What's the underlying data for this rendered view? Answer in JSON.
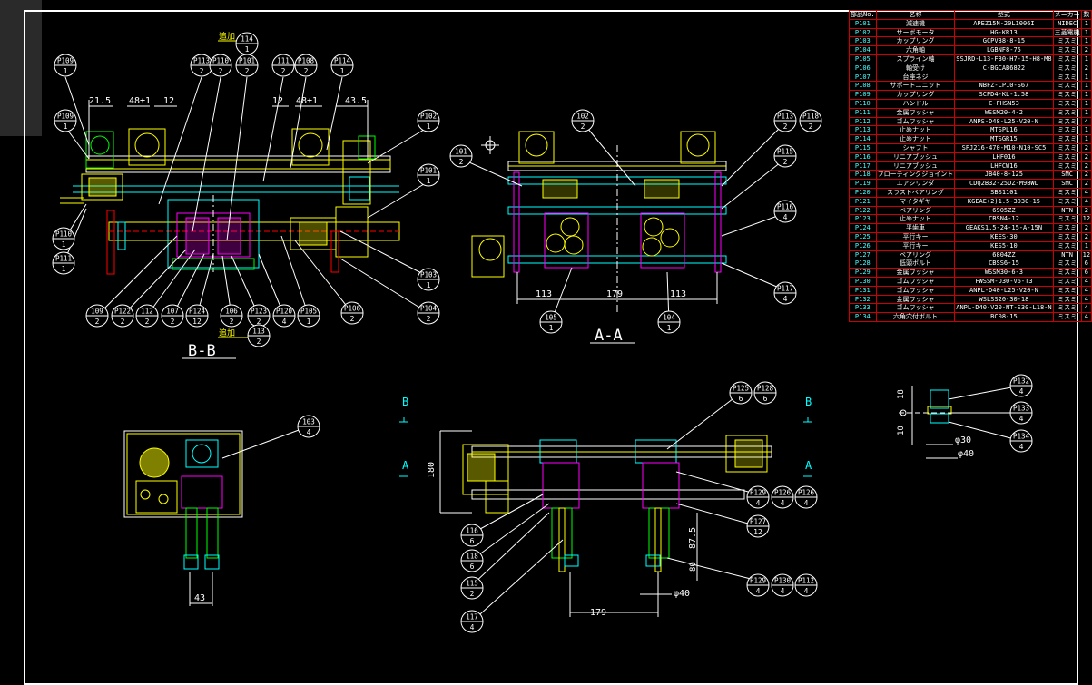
{
  "colors": {
    "background": "#000000",
    "outline": "#ffffff",
    "part_yellow": "#ffff00",
    "part_cyan": "#00ffff",
    "part_magenta": "#ff00ff",
    "part_green": "#00ff00",
    "part_red": "#ff0000",
    "table_line": "#cc0000"
  },
  "views": {
    "bb_title": "B-B",
    "aa_title": "A-A",
    "add_label": "追加"
  },
  "dims": {
    "d_21_5": "21.5",
    "d_48t1": "48±1",
    "d_12a": "12",
    "d_12b": "12",
    "d_48t1b": "48±1",
    "d_43_5": "43.5",
    "d_113a": "113",
    "d_179a": "179",
    "d_113b": "113",
    "d_180": "180",
    "d_87_5": "87.5",
    "d_80": "80",
    "d_40": "φ40",
    "d_179b": "179",
    "d_43": "43",
    "d_18": "18",
    "d_10": "10",
    "d_30": "φ30",
    "d_40b": "φ40"
  },
  "section_marks": {
    "b": "B",
    "a": "A"
  },
  "balloons": [
    {
      "label": "P109",
      "qty": "1"
    },
    {
      "label": "P113",
      "qty": "2"
    },
    {
      "label": "P110",
      "qty": "2"
    },
    {
      "label": "P101",
      "qty": "2"
    },
    {
      "label": "111",
      "qty": "2"
    },
    {
      "label": "P108",
      "qty": "2"
    },
    {
      "label": "P114",
      "qty": "1"
    },
    {
      "label": "114",
      "qty": "1"
    },
    {
      "label": "P109",
      "qty": "1"
    },
    {
      "label": "P102",
      "qty": "1"
    },
    {
      "label": "P101",
      "qty": "1"
    },
    {
      "label": "P110",
      "qty": "1"
    },
    {
      "label": "P111",
      "qty": "1"
    },
    {
      "label": "P103",
      "qty": "1"
    },
    {
      "label": "P104",
      "qty": "2"
    },
    {
      "label": "109",
      "qty": "2"
    },
    {
      "label": "P122",
      "qty": "2"
    },
    {
      "label": "112",
      "qty": "2"
    },
    {
      "label": "107",
      "qty": "2"
    },
    {
      "label": "P124",
      "qty": "12"
    },
    {
      "label": "106",
      "qty": "2"
    },
    {
      "label": "P123",
      "qty": "2"
    },
    {
      "label": "P120",
      "qty": "4"
    },
    {
      "label": "P105",
      "qty": "1"
    },
    {
      "label": "P106",
      "qty": "2"
    },
    {
      "label": "113",
      "qty": "2"
    },
    {
      "label": "101",
      "qty": "2"
    },
    {
      "label": "102",
      "qty": "2"
    },
    {
      "label": "P113",
      "qty": "2"
    },
    {
      "label": "P118",
      "qty": "2"
    },
    {
      "label": "P115",
      "qty": "2"
    },
    {
      "label": "P116",
      "qty": "4"
    },
    {
      "label": "P117",
      "qty": "4"
    },
    {
      "label": "105",
      "qty": "1"
    },
    {
      "label": "104",
      "qty": "1"
    },
    {
      "label": "103",
      "qty": "4"
    },
    {
      "label": "P125",
      "qty": "6"
    },
    {
      "label": "P128",
      "qty": "6"
    },
    {
      "label": "P129",
      "qty": "4"
    },
    {
      "label": "P126",
      "qty": "4"
    },
    {
      "label": "P126",
      "qty": "4"
    },
    {
      "label": "P127",
      "qty": "12"
    },
    {
      "label": "P129",
      "qty": "4"
    },
    {
      "label": "P130",
      "qty": "4"
    },
    {
      "label": "P112",
      "qty": "4"
    },
    {
      "label": "116",
      "qty": "6"
    },
    {
      "label": "118",
      "qty": "6"
    },
    {
      "label": "115",
      "qty": "2"
    },
    {
      "label": "117",
      "qty": "4"
    },
    {
      "label": "P132",
      "qty": "4"
    },
    {
      "label": "P133",
      "qty": "4"
    },
    {
      "label": "P134",
      "qty": "4"
    }
  ],
  "bom": {
    "headers": [
      "部品No.",
      "名称",
      "型式",
      "メーカー",
      "数"
    ],
    "rows": [
      [
        "P101",
        "減速機",
        "APEZ15N-20L1006I",
        "NIDEC",
        "1"
      ],
      [
        "P102",
        "サーボモータ",
        "HG-KR13",
        "三菱電機",
        "1"
      ],
      [
        "P103",
        "カップリング",
        "GCPV38-8-15",
        "ミスミ",
        "1"
      ],
      [
        "P104",
        "六角軸",
        "LGBNF8-75",
        "ミスミ",
        "2"
      ],
      [
        "P105",
        "スプライン軸",
        "SSJRD-L13-F30-H7-15-H8-M8",
        "ミスミ",
        "1"
      ],
      [
        "P106",
        "軸受け",
        "C-BGCAB6822",
        "ミスミ",
        "2"
      ],
      [
        "P107",
        "台座ネジ",
        "",
        "ミスミ",
        "1"
      ],
      [
        "P108",
        "サポートユニット",
        "NBFZ-CP10-S67",
        "ミスミ",
        "1"
      ],
      [
        "P109",
        "カップリング",
        "SCPD4-KL-1.58",
        "ミスミ",
        "1"
      ],
      [
        "P110",
        "ハンドル",
        "C-FHSN53",
        "ミスミ",
        "1"
      ],
      [
        "P111",
        "金属ワッシャ",
        "WSSM20-4-2",
        "ミスミ",
        "1"
      ],
      [
        "P112",
        "ゴムワッシャ",
        "ANPS-D48-L25-V20-N",
        "ミスミ",
        "4"
      ],
      [
        "P113",
        "止めナット",
        "MTSPL16",
        "ミスミ",
        "1"
      ],
      [
        "P114",
        "止めナット",
        "MTSGR15",
        "ミスミ",
        "1"
      ],
      [
        "P115",
        "シャフト",
        "SFJ216-470-M10-N10-SC5",
        "ミスミ",
        "2"
      ],
      [
        "P116",
        "リニアブッシュ",
        "LHF016",
        "ミスミ",
        "2"
      ],
      [
        "P117",
        "リニアブッシュ",
        "LHFCW16",
        "ミスミ",
        "2"
      ],
      [
        "P118",
        "フローティングジョイント",
        "JB40-8-125",
        "SMC",
        "2"
      ],
      [
        "P119",
        "エアシリンダ",
        "CDQ2B32-25DZ-M9BWL",
        "SMC",
        "2"
      ],
      [
        "P120",
        "スラストベアリング",
        "SBS1101",
        "ミスミ",
        "4"
      ],
      [
        "P121",
        "マイタギヤ",
        "KGEAE(2)1.5-3030-15",
        "ミスミ",
        "4"
      ],
      [
        "P122",
        "ベアリング",
        "6905ZZ",
        "NTN",
        "2"
      ],
      [
        "P123",
        "止めナット",
        "CBSN4-12",
        "ミスミ",
        "12"
      ],
      [
        "P124",
        "平歯車",
        "GEAKS1.5-24-15-A-15N",
        "ミスミ",
        "2"
      ],
      [
        "P125",
        "平行キー",
        "KEES-30",
        "ミスミ",
        "2"
      ],
      [
        "P126",
        "平行キー",
        "KES5-10",
        "ミスミ",
        "1"
      ],
      [
        "P127",
        "ベアリング",
        "6804ZZ",
        "NTN",
        "12"
      ],
      [
        "P128",
        "低頭ボルト",
        "CBSS6-15",
        "ミスミ",
        "6"
      ],
      [
        "P129",
        "金属ワッシャ",
        "WSSM30-6-3",
        "ミスミ",
        "6"
      ],
      [
        "P130",
        "ゴムワッシャ",
        "FWSSM-D30-V6-T3",
        "ミスミ",
        "4"
      ],
      [
        "P131",
        "ゴムワッシャ",
        "ANPL-D40-L25-V20-N",
        "ミスミ",
        "4"
      ],
      [
        "P132",
        "金属ワッシャ",
        "WSLSS20-30-18",
        "ミスミ",
        "4"
      ],
      [
        "P133",
        "ゴムワッシャ",
        "ANPL-D40-V20-NT-S30-L18-N",
        "ミスミ",
        "4"
      ],
      [
        "P134",
        "六角穴付ボルト",
        "BC08-15",
        "ミスミ",
        "4"
      ]
    ]
  }
}
